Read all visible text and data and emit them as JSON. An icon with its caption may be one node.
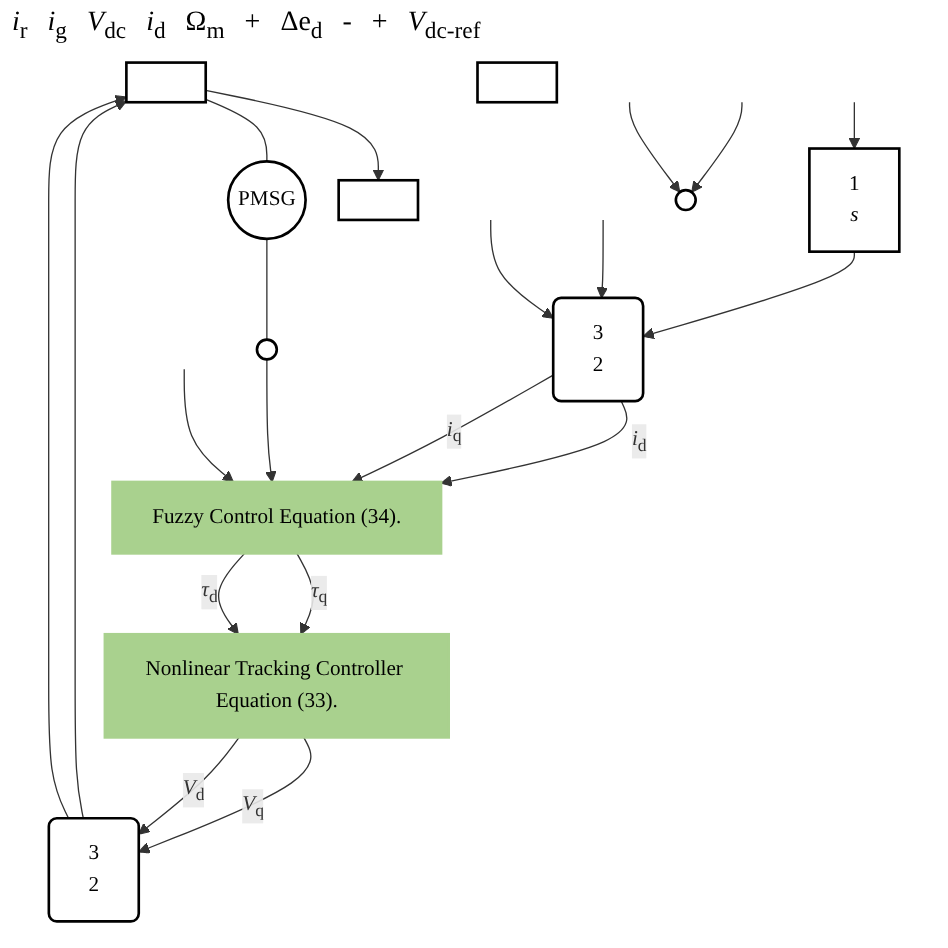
{
  "diagram": {
    "nodes": [
      {
        "text": [],
        "shape": "box"
      },
      {
        "text": [],
        "shape": "box"
      },
      {
        "text": [
          "PMSG"
        ]
      },
      {
        "text": [],
        "shape": "circle"
      },
      {
        "text": [
          "3",
          "2"
        ]
      },
      {
        "text": [
          "3",
          "2"
        ]
      },
      {
        "text": [
          "1",
          "*s*"
        ]
      },
      {
        "text": [
          "Nonlinear Tracking Controller Equation (33)."
        ]
      },
      {
        "text": [
          "Fuzzy Control Equation (34)."
        ]
      },
      {
        "text": [],
        "shape": "circle"
      },
      {
        "text": [],
        "shape": "box"
      }
    ],
    "edges": [
      {
        "from": 1,
        "to": 0,
        "arrow": "to"
      },
      {
        "from": 1,
        "to": 2,
        "arrow": "none"
      },
      {
        "from": 2,
        "to": 3,
        "arrow": "none"
      },
      {
        "from": null,
        "to": 5,
        "arrow": "to"
      },
      {
        "from": null,
        "to": 5,
        "arrow": "to"
      },
      {
        "from": 4,
        "to": 1,
        "arrow": "to"
      },
      {
        "from": 4,
        "to": 1,
        "arrow": "to"
      },
      {
        "from": null,
        "to": 6,
        "arrow": "to"
      },
      {
        "from": 6,
        "to": 5,
        "arrow": "to"
      },
      {
        "from": 7,
        "to": 4,
        "arrow": "to",
        "label": "*V*$_{q}$"
      },
      {
        "from": 7,
        "to": 4,
        "arrow": "to",
        "label": "*V*$_{d}$"
      },
      {
        "from": 5,
        "to": 8,
        "arrow": "to",
        "label": "*i*$_{d}$"
      },
      {
        "from": 5,
        "to": 8,
        "arrow": "to",
        "label": "*i*$_{q}$"
      },
      {
        "from": 3,
        "to": 8,
        "arrow": "to"
      },
      {
        "from": null,
        "to": 8,
        "arrow": "to"
      },
      {
        "from": 8,
        "to": 7,
        "arrow": "to",
        "label": "*τ*$_{q}$"
      },
      {
        "from": 8,
        "to": 7,
        "arrow": "to",
        "label": "*τ*$_{d}$"
      },
      {
        "from": null,
        "to": 9,
        "arrow": "to"
      },
      {
        "from": null,
        "to": 9,
        "arrow": "to"
      }
    ],
    "labels": [
      "*i*$_{r}$",
      "*i*$_{g}$",
      "*V*$_{dc}$",
      "*i*$_{d}$",
      "Ω$_{m}$",
      "+",
      "Δe$_{d}$",
      "-",
      "+",
      "*V*$_{dc-ref}$"
    ]
  }
}
